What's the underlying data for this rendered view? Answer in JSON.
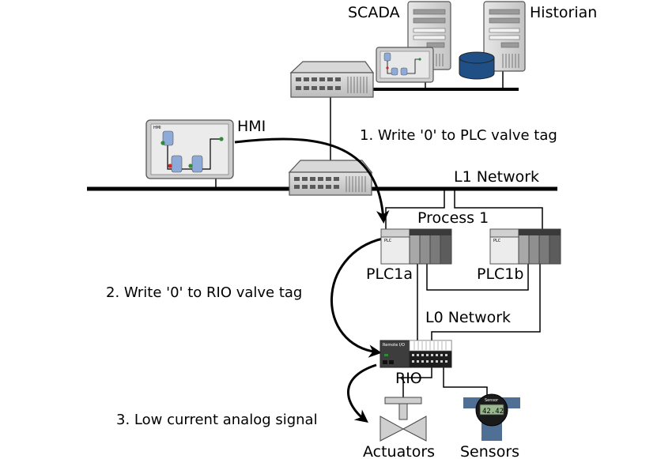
{
  "labels": {
    "scada": "SCADA",
    "historian": "Historian",
    "hmi": "HMI",
    "l1_network": "L1 Network",
    "process": "Process 1",
    "plc_a": "PLC1a",
    "plc_b": "PLC1b",
    "l0_network": "L0 Network",
    "rio": "RIO",
    "actuators": "Actuators",
    "sensors": "Sensors"
  },
  "steps": [
    "1. Write '0' to PLC valve tag",
    "2. Write '0' to RIO valve tag",
    "3. Low current analog signal"
  ],
  "device_text": {
    "hmi_screen": "HMI",
    "plc_a": "PLC",
    "plc_b": "PLC",
    "rio": "Remote I/O",
    "sensor_title": "Sensor",
    "sensor_reading": "42.42"
  },
  "colors": {
    "cylinder": "#1f4f85",
    "sensor_arm": "#4f6f95",
    "sensor_screen": "#9ab78f",
    "led_red": "#c62828",
    "led_green": "#2e8b3a"
  }
}
